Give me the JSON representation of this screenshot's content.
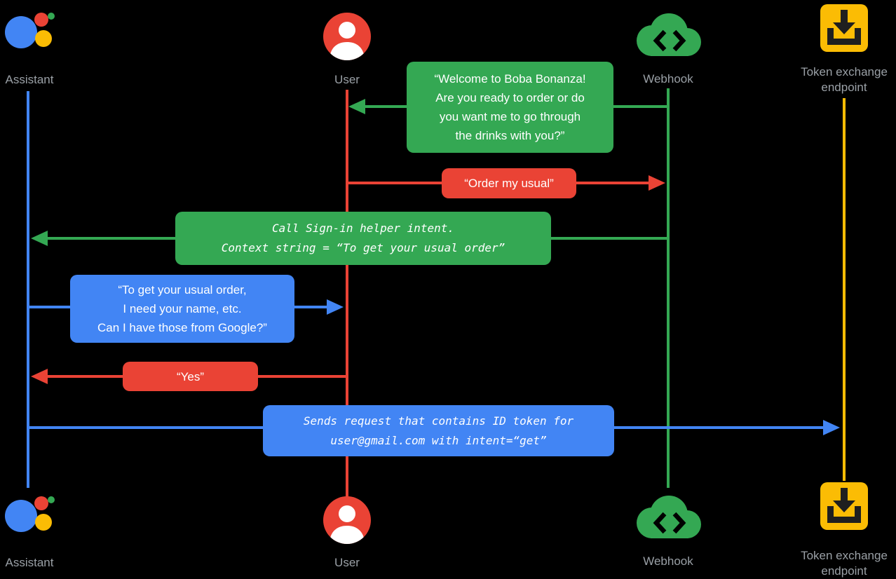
{
  "actors": {
    "assistant": {
      "label": "Assistant",
      "color": "#4285f4"
    },
    "user": {
      "label": "User",
      "color": "#ea4335"
    },
    "webhook": {
      "label": "Webhook",
      "color": "#34a853"
    },
    "token": {
      "label": "Token exchange\nendpoint",
      "color": "#fbbc04"
    }
  },
  "messages": {
    "welcome": {
      "from": "webhook",
      "to": "user",
      "color": "#34a853",
      "text": "“Welcome to Boba Bonanza!\nAre you ready to order or do\nyou want me to go through\nthe drinks with you?”"
    },
    "order_my_usual": {
      "from": "user",
      "to": "webhook",
      "color": "#ea4335",
      "text": "“Order my usual”"
    },
    "sign_in_helper": {
      "from": "webhook",
      "to": "assistant",
      "color": "#34a853",
      "text": "Call Sign-in helper intent.\nContext string = “To get your usual order”"
    },
    "need_details": {
      "from": "assistant",
      "to": "user",
      "color": "#4285f4",
      "text": "“To get your usual order,\nI need your name, etc.\nCan I have those from Google?”"
    },
    "yes": {
      "from": "user",
      "to": "assistant",
      "color": "#ea4335",
      "text": "“Yes”"
    },
    "sends_request": {
      "from": "assistant",
      "to": "token",
      "color": "#4285f4",
      "text": "Sends request that contains ID token for\nuser@gmail.com with intent=“get”"
    }
  }
}
